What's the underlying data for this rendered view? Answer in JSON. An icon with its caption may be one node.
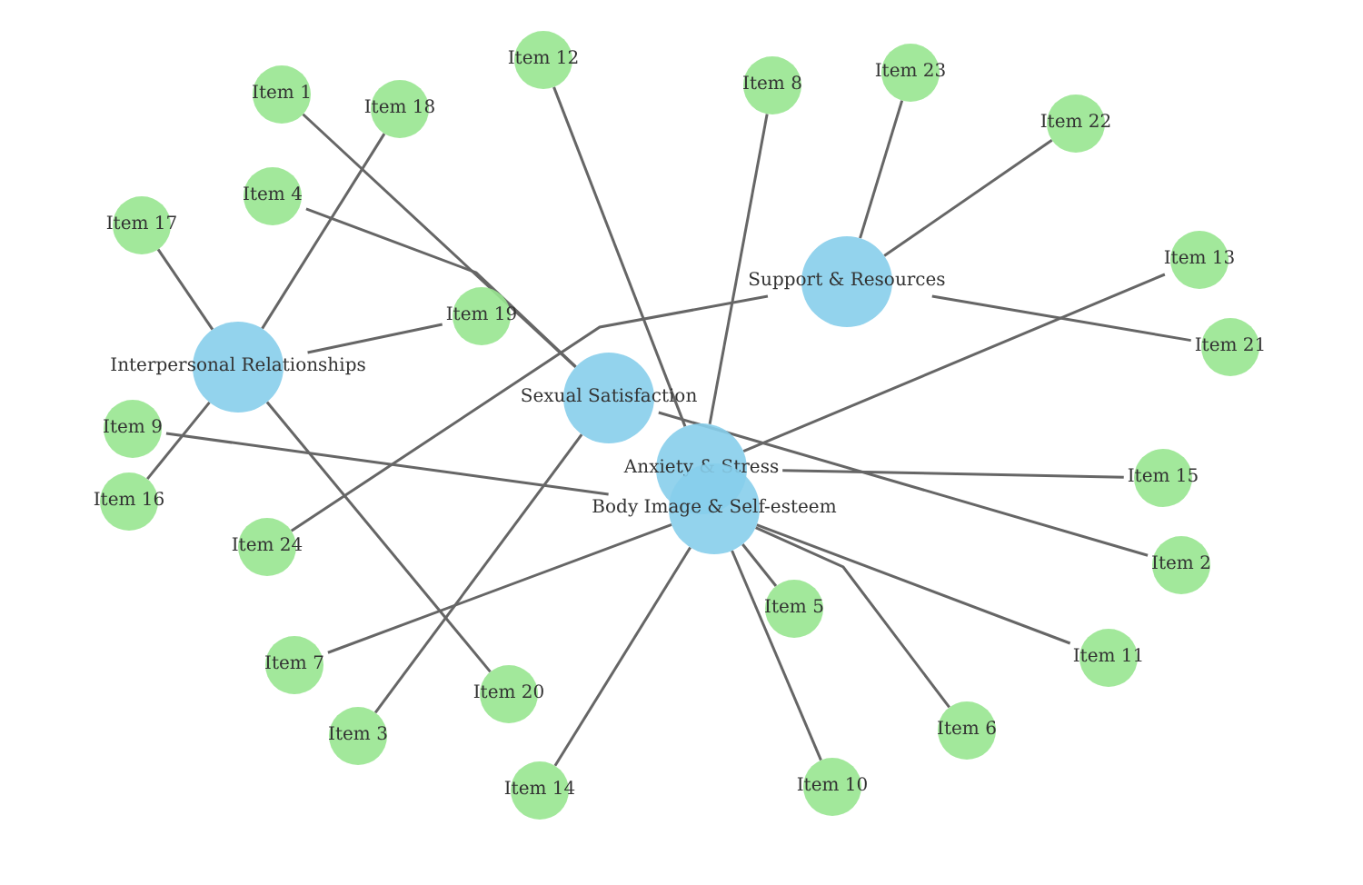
{
  "diagram": {
    "nodes": [
      {
        "text": [
          "Interpersonal Relationships"
        ]
      },
      {
        "text": [
          "Sexual Satisfaction"
        ]
      },
      {
        "text": [
          "Anxiety & Stress"
        ]
      },
      {
        "text": [
          "Body Image & Self-esteem"
        ]
      },
      {
        "text": [
          "Support & Resources"
        ]
      },
      {
        "text": [
          "Item 1"
        ]
      },
      {
        "text": [
          "Item 2"
        ]
      },
      {
        "text": [
          "Item 3"
        ]
      },
      {
        "text": [
          "Item 4"
        ]
      },
      {
        "text": [
          "Item 5"
        ]
      },
      {
        "text": [
          "Item 6"
        ]
      },
      {
        "text": [
          "Item 7"
        ]
      },
      {
        "text": [
          "Item 8"
        ]
      },
      {
        "text": [
          "Item 9"
        ]
      },
      {
        "text": [
          "Item 10"
        ]
      },
      {
        "text": [
          "Item 11"
        ]
      },
      {
        "text": [
          "Item 12"
        ]
      },
      {
        "text": [
          "Item 13"
        ]
      },
      {
        "text": [
          "Item 14"
        ]
      },
      {
        "text": [
          "Item 15"
        ]
      },
      {
        "text": [
          "Item 16"
        ]
      },
      {
        "text": [
          "Item 17"
        ]
      },
      {
        "text": [
          "Item 18"
        ]
      },
      {
        "text": [
          "Item 19"
        ]
      },
      {
        "text": [
          "Item 20"
        ]
      },
      {
        "text": [
          "Item 21"
        ]
      },
      {
        "text": [
          "Item 22"
        ]
      },
      {
        "text": [
          "Item 23"
        ]
      },
      {
        "text": [
          "Item 24"
        ]
      }
    ],
    "edges": [
      {
        "from": 5,
        "to": 1,
        "arrow": "none"
      },
      {
        "from": 22,
        "to": 0,
        "arrow": "none"
      },
      {
        "from": 20,
        "to": 0,
        "arrow": "none"
      },
      {
        "from": 21,
        "to": 0,
        "arrow": "none"
      },
      {
        "from": 24,
        "to": 0,
        "arrow": "none"
      },
      {
        "from": 23,
        "to": 0,
        "arrow": "none"
      },
      {
        "from": 8,
        "to": 1,
        "arrow": "none"
      },
      {
        "from": 16,
        "to": 2,
        "arrow": "none"
      },
      {
        "from": 12,
        "to": 2,
        "arrow": "none"
      },
      {
        "from": 27,
        "to": 4,
        "arrow": "none"
      },
      {
        "from": 26,
        "to": 4,
        "arrow": "none"
      },
      {
        "from": 25,
        "to": 4,
        "arrow": "none"
      },
      {
        "from": 28,
        "to": 4,
        "arrow": "none"
      },
      {
        "from": 17,
        "to": 2,
        "arrow": "none"
      },
      {
        "from": 13,
        "to": 3,
        "arrow": "none"
      },
      {
        "from": 11,
        "to": 3,
        "arrow": "none"
      },
      {
        "from": 7,
        "to": 1,
        "arrow": "none"
      },
      {
        "from": 18,
        "to": 3,
        "arrow": "none"
      },
      {
        "from": 19,
        "to": 2,
        "arrow": "none"
      },
      {
        "from": 6,
        "to": 1,
        "arrow": "none"
      },
      {
        "from": 9,
        "to": 3,
        "arrow": "none"
      },
      {
        "from": 10,
        "to": 3,
        "arrow": "none"
      },
      {
        "from": 15,
        "to": 3,
        "arrow": "none"
      },
      {
        "from": 14,
        "to": 3,
        "arrow": "none"
      }
    ]
  }
}
